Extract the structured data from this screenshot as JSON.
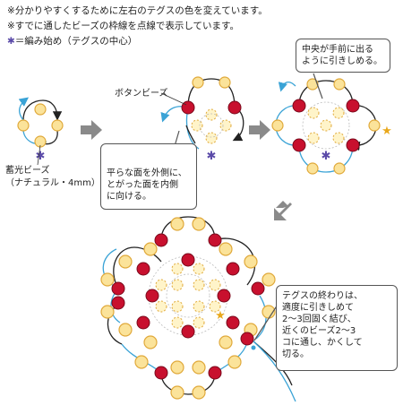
{
  "notes": {
    "line1": "※分かりやすくするために左右のテグスの色を変えています。",
    "line2": "※すでに通したビーズの枠線を点線で表示しています。",
    "start_symbol": "✱",
    "line3_text": "＝編み始め（テグスの中心）"
  },
  "labels": {
    "button_beads": "ボタンビーズ",
    "phosphor_beads_1": "蓄光ビーズ",
    "phosphor_beads_2": "（ナチュラル・4mm）"
  },
  "callouts": {
    "center_front": [
      "中央が手前に出る",
      "ように引きしめる。"
    ],
    "flat_side": [
      "平らな面を外側に、",
      "とがった面を内側",
      "に向ける。"
    ],
    "finish": [
      "テグスの終わりは、",
      "適度に引きしめて",
      "2～3回固く結び、",
      "近くのビーズ2～3",
      "コに通し、かくして",
      "切る。"
    ]
  },
  "colors": {
    "yellow_bead": "#fbe39a",
    "yellow_stroke": "#e0a93a",
    "red_bead": "#c8102e",
    "blue_line": "#3aa3d6",
    "black_line": "#222222",
    "arrow_gray": "#8a8a8a",
    "star_gold": "#e9a81c",
    "start_purple": "#5a4aa8"
  },
  "icons": {
    "step_arrow": "gray-right-arrow-icon",
    "down_arrow": "gray-diagonal-arrow-icon",
    "start_marker": "asterisk-icon",
    "end_marker": "star-icon"
  }
}
